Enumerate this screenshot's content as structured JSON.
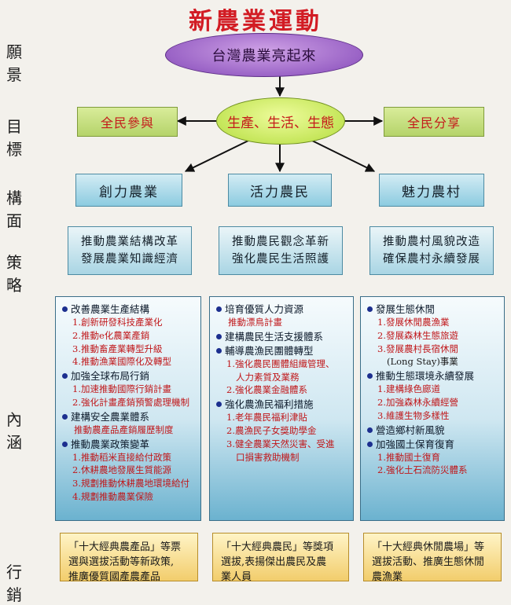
{
  "title": "新農業運動",
  "row_labels": {
    "vision": "願景",
    "goal": "目標",
    "aspect": "構面",
    "strategy": "策略",
    "content": "內涵",
    "marketing": "行銷"
  },
  "vision": "台灣農業亮起來",
  "goals": {
    "left": "全民參與",
    "center": "生產、生活、生態",
    "right": "全民分享"
  },
  "aspects": [
    "創力農業",
    "活力農民",
    "魅力農村"
  ],
  "strategies": [
    [
      "推動農業結構改革",
      "發展農業知識經濟"
    ],
    [
      "推動農民觀念革新",
      "強化農民生活照護"
    ],
    [
      "推動農村風貌改造",
      "確保農村永續發展"
    ]
  ],
  "contents": [
    {
      "groups": [
        {
          "heading": "改善農業生產結構",
          "items": [
            "1.創新研發科技產業化",
            "2.推動e化農業產銷",
            "3.推動畜產業轉型升級",
            "4.推動漁業國際化及轉型"
          ]
        },
        {
          "heading": "加強全球布局行銷",
          "items": [
            "1.加速推動國際行銷計畫",
            "2.強化計畫產銷預警處理機制"
          ]
        },
        {
          "heading": "建構安全農業體系",
          "items": [
            "推動農產品產銷履歷制度"
          ]
        },
        {
          "heading": "推動農業政策變革",
          "items": [
            "1.推動稻米直接給付政策",
            "2.休耕農地發展生質能源",
            "3.規劃推動休耕農地環境給付",
            "4.規劃推動農業保險"
          ]
        }
      ]
    },
    {
      "groups": [
        {
          "heading": "培育優質人力資源",
          "items": [
            "推動漂鳥計畫"
          ]
        },
        {
          "heading": "建構農民生活支援體系",
          "items": []
        },
        {
          "heading": "輔導農漁民團體轉型",
          "items": [
            "1.強化農民團體組織管理、",
            "人力素質及業務",
            "2.強化農業金融體系"
          ]
        },
        {
          "heading": "強化農漁民福利措施",
          "items": [
            "1.老年農民福利津貼",
            "2.農漁民子女獎助學金",
            "3.健全農業天然災害、受進",
            "口損害救助機制"
          ]
        }
      ]
    },
    {
      "groups": [
        {
          "heading": "發展生態休閒",
          "items": [
            "1.發展休閒農漁業",
            "2.發展森林生態旅遊",
            "3.發展農村長宿休閒",
            "(Long Stay)事業"
          ]
        },
        {
          "heading": "推動生態環境永續發展",
          "items": [
            "1.建構綠色廊道",
            "2.加強森林永續經營",
            "3.維護生物多樣性"
          ]
        },
        {
          "heading": "營造鄉村新風貌",
          "items": []
        },
        {
          "heading": "加強國土保育復育",
          "items": [
            "1.推動國土復育",
            "2.強化土石流防災體系"
          ]
        }
      ]
    }
  ],
  "marketing": [
    [
      "「十大經典農產品」等票",
      "選與選拔活動等新政策,",
      "推廣優質國產農產品"
    ],
    [
      "「十大經典農民」等獎項",
      "選拔,表揚傑出農民及農",
      "業人員"
    ],
    [
      "「十大經典休閒農場」等",
      "選拔活動、推廣生態休閒",
      "農漁業"
    ]
  ],
  "colors": {
    "title": "#d21c24",
    "red_text": "#c0171a",
    "vision_fill": "#9a63c6",
    "goal_fill": "#c5e65a",
    "aspect_fill": "#8ccbe0",
    "content_fill": "#6bb2cf",
    "marketing_fill": "#f2cd6c"
  }
}
